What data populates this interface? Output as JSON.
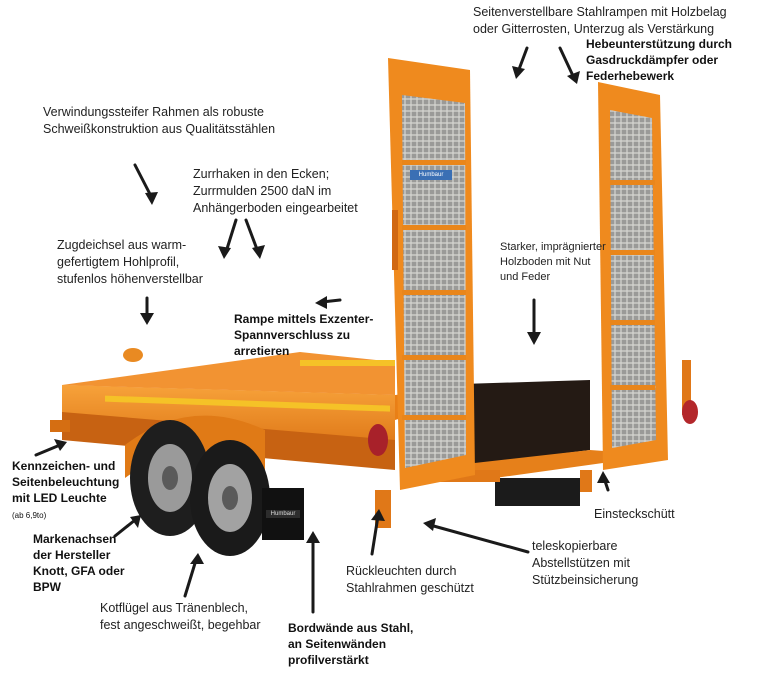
{
  "labels": {
    "seitenverstellbar": "Seitenverstellbare Stahlrampen mit Holzbelag\noder Gitterrosten, Unterzug als Verstärkung",
    "hebeunterstuetzung": "Hebeunterstützung durch\nGasdruckdämpfer oder\nFederhebewerk",
    "rahmen": "Verwindungssteifer Rahmen als robuste\nSchweißkonstruktion aus Qualitätsstählen",
    "zurrhaken": "Zurrhaken  in den Ecken;\nZurrmulden 2500 daN im\nAnhängerboden eingearbeitet",
    "zugdeichsel": "Zugdeichsel aus warm-\ngefertigtem Hohlprofil,\nstufenlos höhenverstellbar",
    "holzboden": "Starker, imprägnierter\nHolzboden mit Nut\nund Feder",
    "rampe": "Rampe mittels Exzenter-\nSpannverschluss zu\narretieren",
    "kennzeichen": "Kennzeichen- und\nSeitenbeleuchtung\nmit LED Leuchte",
    "kennzeichen_note": "(ab 6,9to)",
    "markenachsen": "Markenachsen\nder Hersteller\nKnott, GFA oder\nBPW",
    "kotfluegel": "Kotflügel aus Tränenblech,\nfest angeschweißt, begehbar",
    "bordwaende": "Bordwände aus Stahl,\nan Seitenwänden\nprofilverstärkt",
    "rueckleuchten": "Rückleuchten durch\nStahlrahmen geschützt",
    "teleskop": "teleskopierbare\nAbstellstützen mit\nStützbeinsicherung",
    "einsteck": "Einsteckschütt"
  },
  "brand_badge": "Humbaur",
  "colors": {
    "trailer_orange": "#f08a1c",
    "trailer_dark": "#c85f0a",
    "arrow": "#1a1a1a"
  }
}
